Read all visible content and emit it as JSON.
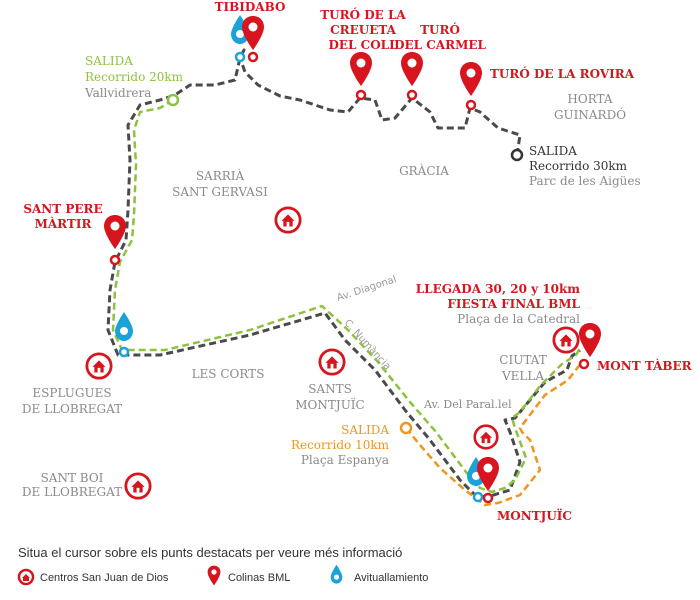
{
  "instruction": "Situa el cursor sobre els punts destacats per veure més informació",
  "legend": {
    "centros": "Centros San Juan de Dios",
    "colinas": "Colinas BML",
    "avituallamiento": "Avituallamiento"
  },
  "colors": {
    "red": "#d7151f",
    "blue": "#1aa3d9",
    "green": "#8cc23f",
    "orange": "#f0951e",
    "route30": "#4a4a4a",
    "district": "#8a8a8a"
  },
  "districts": {
    "horta": [
      "HORTA",
      "GUINARDÓ"
    ],
    "gracia": "GRÀCIA",
    "sarria": [
      "SARRIÀ",
      "SANT GERVASI"
    ],
    "les_corts": "LES CORTS",
    "sants": [
      "SANTS",
      "MONTJUÏC"
    ],
    "ciutat_vella": [
      "CIUTAT",
      "VELLA"
    ],
    "esplugues": [
      "ESPLUGUES",
      "DE LLOBREGAT"
    ],
    "sant_boi": [
      "SANT BOI",
      "DE LLOBREGAT"
    ]
  },
  "streets": {
    "diagonal": "Av. Diagonal",
    "numancia": "C. Numància",
    "parallel": "Av. Del Paral.lel"
  },
  "hills": {
    "tibidabo": "TIBIDABO",
    "creueta": [
      "TURÓ DE LA",
      "CREUETA",
      "DEL COLL"
    ],
    "carmel": [
      "TURÓ",
      "DEL CARMEL"
    ],
    "rovira": "TURÓ DE LA ROVIRA",
    "sant_pere": [
      "SANT PERE",
      "MÀRTIR"
    ],
    "mont_taber": "MONT TÀBER",
    "montjuic": "MONTJUÏC"
  },
  "starts": {
    "s20": {
      "title": "SALIDA",
      "route": "Recorrido 20km",
      "place": "Vallvidrera"
    },
    "s30": {
      "title": "SALIDA",
      "route": "Recorrido 30km",
      "place": "Parc de les Aigües"
    },
    "s10": {
      "title": "SALIDA",
      "route": "Recorrido 10km",
      "place": "Plaça Espanya"
    }
  },
  "finish": {
    "line1": "LLEGADA 30, 20 y 10km",
    "line2": "FIESTA FINAL BML",
    "place": "Plaça de la Catedral"
  }
}
